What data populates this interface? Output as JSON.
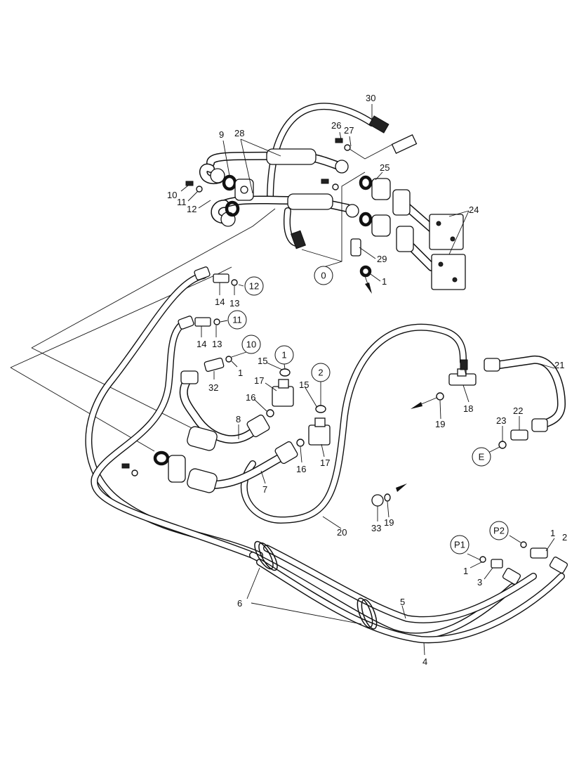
{
  "callouts": [
    {
      "id": "c30",
      "text": "30"
    },
    {
      "id": "c26",
      "text": "26"
    },
    {
      "id": "c27",
      "text": "27"
    },
    {
      "id": "c9",
      "text": "9"
    },
    {
      "id": "c28",
      "text": "28"
    },
    {
      "id": "c25",
      "text": "25"
    },
    {
      "id": "c24",
      "text": "24"
    },
    {
      "id": "c10a",
      "text": "10"
    },
    {
      "id": "c11a",
      "text": "11"
    },
    {
      "id": "c12a",
      "text": "12"
    },
    {
      "id": "c29",
      "text": "29"
    },
    {
      "id": "c1a",
      "text": "1"
    },
    {
      "id": "c14a",
      "text": "14"
    },
    {
      "id": "c13a",
      "text": "13"
    },
    {
      "id": "c14b",
      "text": "14"
    },
    {
      "id": "c13b",
      "text": "13"
    },
    {
      "id": "c1b",
      "text": "1"
    },
    {
      "id": "c32",
      "text": "32"
    },
    {
      "id": "c15a",
      "text": "15"
    },
    {
      "id": "c17a",
      "text": "17"
    },
    {
      "id": "c16a",
      "text": "16"
    },
    {
      "id": "c15b",
      "text": "15"
    },
    {
      "id": "c8",
      "text": "8"
    },
    {
      "id": "c16b",
      "text": "16"
    },
    {
      "id": "c17b",
      "text": "17"
    },
    {
      "id": "c7",
      "text": "7"
    },
    {
      "id": "c21",
      "text": "21"
    },
    {
      "id": "c18",
      "text": "18"
    },
    {
      "id": "c19a",
      "text": "19"
    },
    {
      "id": "c22",
      "text": "22"
    },
    {
      "id": "c23",
      "text": "23"
    },
    {
      "id": "c20",
      "text": "20"
    },
    {
      "id": "c33",
      "text": "33"
    },
    {
      "id": "c19b",
      "text": "19"
    },
    {
      "id": "c1c",
      "text": "1"
    },
    {
      "id": "c2",
      "text": "2"
    },
    {
      "id": "c1d",
      "text": "1"
    },
    {
      "id": "c3",
      "text": "3"
    },
    {
      "id": "c6",
      "text": "6"
    },
    {
      "id": "c5",
      "text": "5"
    },
    {
      "id": "c4",
      "text": "4"
    }
  ],
  "bubbles": [
    {
      "id": "b0",
      "text": "0"
    },
    {
      "id": "b12",
      "text": "12"
    },
    {
      "id": "b11",
      "text": "11"
    },
    {
      "id": "b10",
      "text": "10"
    },
    {
      "id": "b1",
      "text": "1"
    },
    {
      "id": "b2",
      "text": "2"
    },
    {
      "id": "bE",
      "text": "E"
    },
    {
      "id": "bP1",
      "text": "P1"
    },
    {
      "id": "bP2",
      "text": "P2"
    }
  ]
}
